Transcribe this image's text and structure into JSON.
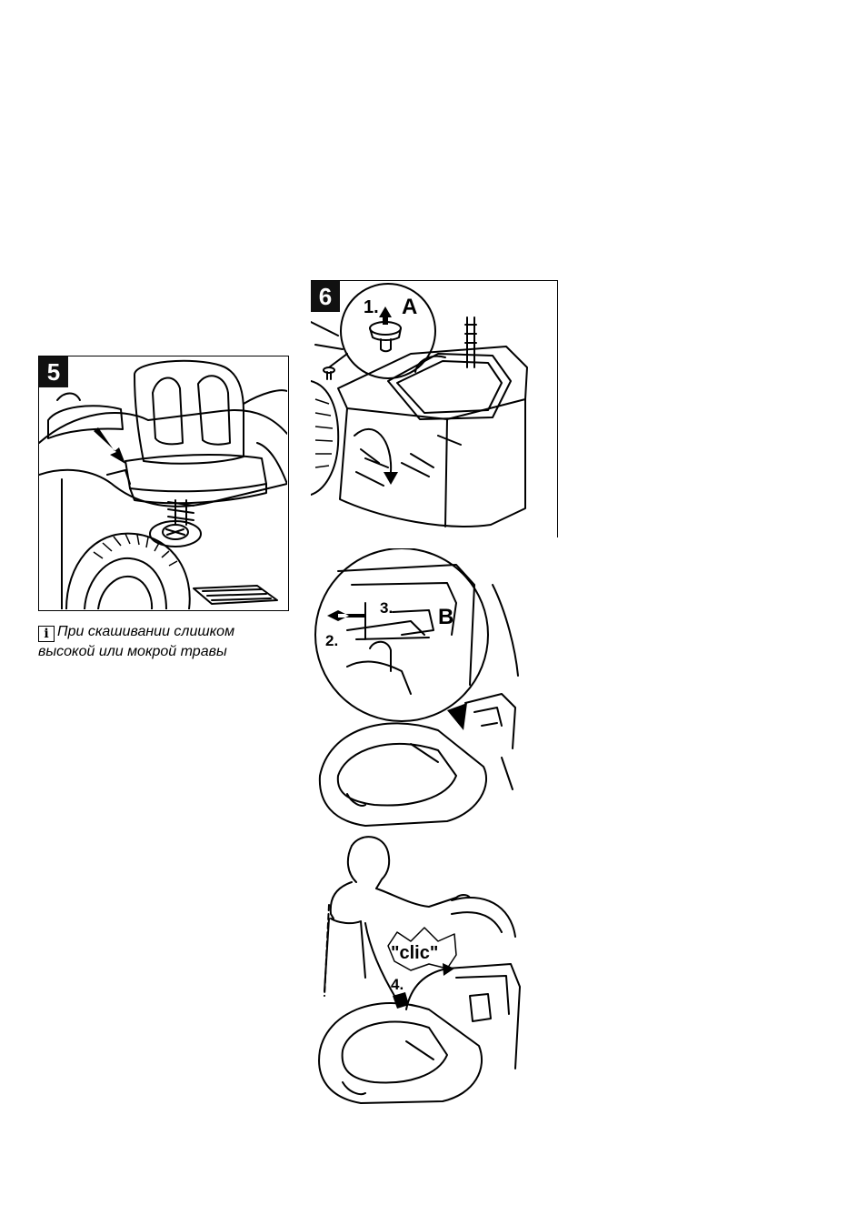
{
  "figure5": {
    "number": "5"
  },
  "figure6": {
    "number": "6",
    "step1": "1.",
    "labelA": "A"
  },
  "figure7": {
    "step2": "2.",
    "step3": "3.",
    "labelB": "B"
  },
  "figure8": {
    "sound": "\"clic\"",
    "step4": "4."
  },
  "note": {
    "icon": "i",
    "text_line1": "При скашивании слишком",
    "text_line2": "высокой или мокрой травы"
  }
}
